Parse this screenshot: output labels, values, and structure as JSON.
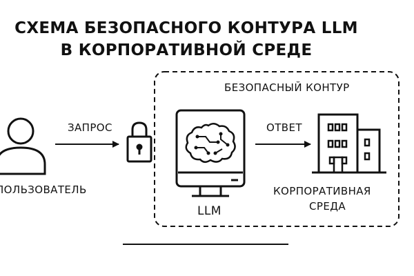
{
  "title": {
    "line1": "СХЕМА БЕЗОПАСНОГО КОНТУРА LLM",
    "line2": "В КОРПОРАТИВНОЙ СРЕДЕ"
  },
  "nodes": {
    "user": {
      "label": "ПОЛЬЗОВАТЕЛЬ",
      "icon": "person-icon"
    },
    "lock": {
      "icon": "padlock-icon"
    },
    "llm": {
      "label": "LLM",
      "icon": "monitor-brain-icon"
    },
    "corporate": {
      "label_line1": "КОРПОРАТИВНАЯ",
      "label_line2": "СРЕДА",
      "icon": "building-icon"
    }
  },
  "edges": {
    "request": {
      "label": "ЗАПРОС"
    },
    "response": {
      "label": "ОТВЕТ"
    }
  },
  "secure_zone": {
    "label": "БЕЗОПАСНЫЙ КОНТУР"
  }
}
